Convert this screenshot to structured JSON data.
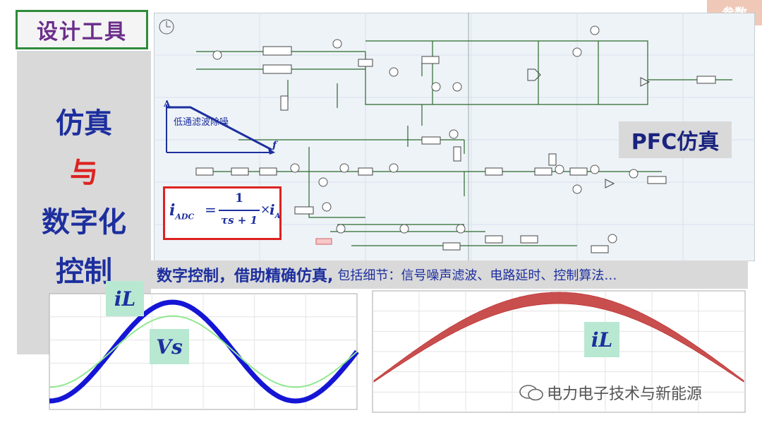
{
  "badge": "参数",
  "tools_title": "设计工具",
  "left_words": [
    "仿真",
    "与",
    "数字化",
    "控制"
  ],
  "pfc_label": "PFC仿真",
  "filter_note": "低通滤波除噪",
  "filter_axis": {
    "y": "A",
    "x": "f"
  },
  "formula": {
    "lhs": "i",
    "lhs_sub": "ADC",
    "num": "1",
    "den": "τs + 1",
    "times": "×",
    "rhs": "i",
    "rhs_sub": "A"
  },
  "caption_bold": "数字控制，借助精确仿真,",
  "caption_rest": "包括细节：信号噪声滤波、电路延时、控制算法…",
  "label_iL_left": "iL",
  "label_Vs": "Vs",
  "label_iL_right": "iL",
  "watermark": "电力电子技术与新能源",
  "colors": {
    "title_purple": "#6b2d8a",
    "text_blue": "#1d2f9e",
    "frame_green": "#2e8b3a",
    "formula_red": "#dd2222",
    "panel_gray": "#d9d9d9"
  },
  "chart_data": [
    {
      "type": "line",
      "series": [
        {
          "name": "iL",
          "kind": "sine",
          "amplitude": 1.0,
          "cycles": 1.25,
          "color": "#1515d6"
        },
        {
          "name": "Vs",
          "kind": "sine",
          "amplitude": 0.72,
          "cycles": 1.25,
          "color": "#90e890"
        }
      ],
      "grid": true
    },
    {
      "type": "area",
      "series": [
        {
          "name": "iL",
          "kind": "half-sine",
          "amplitude": 1.0,
          "color": "#c03030"
        }
      ],
      "grid": true
    }
  ]
}
